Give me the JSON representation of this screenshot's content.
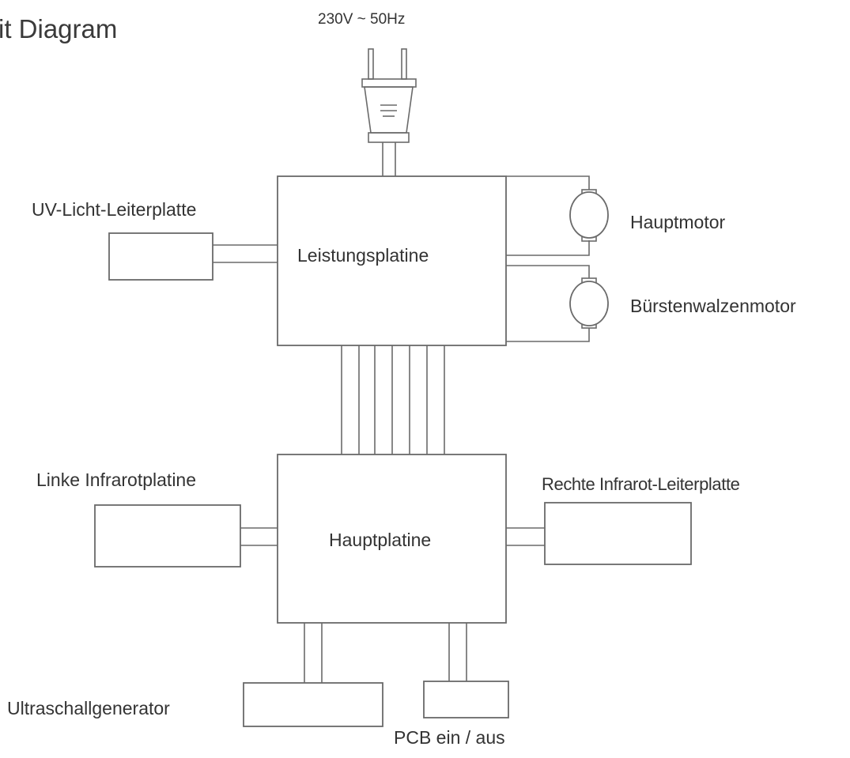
{
  "title": "it Diagram",
  "supply": "230V ~ 50Hz",
  "boards": {
    "power": "Leistungsplatine",
    "main": "Hauptplatine"
  },
  "components": {
    "uv": "UV-Licht-Leiterplatte",
    "main_motor": "Hauptmotor",
    "brush_motor": "Bürstenwalzenmotor",
    "ir_left": "Linke Infrarotplatine",
    "ir_right": "Rechte Infrarot-Leiterplatte",
    "ultrasonic": "Ultraschallgenerator",
    "pcb_switch": "PCB ein / aus"
  },
  "icons": {
    "plug": "power-plug-icon",
    "motor": "dc-motor-icon"
  }
}
